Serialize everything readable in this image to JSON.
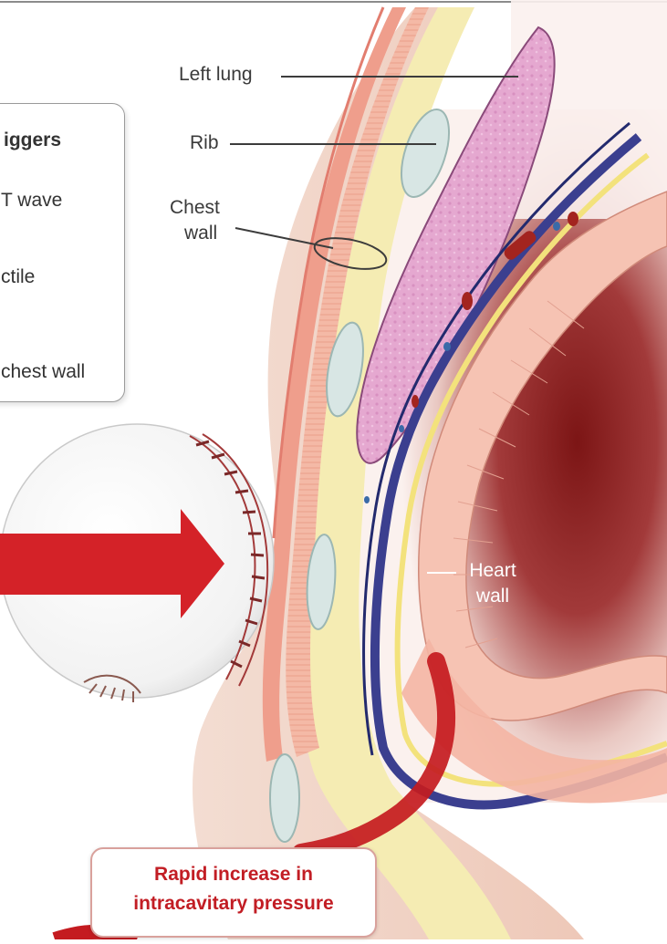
{
  "labels": {
    "left_lung": "Left lung",
    "rib": "Rib",
    "chest_wall_line1": "Chest",
    "chest_wall_line2": "wall",
    "heart_wall_line1": "Heart",
    "heart_wall_line2": "wall"
  },
  "info_box": {
    "title": "iggers",
    "line1": "T wave",
    "line2": "ctile",
    "line3": "chest wall"
  },
  "callout": {
    "line1": "Rapid increase in",
    "line2": "intracavitary pressure"
  },
  "colors": {
    "arrow_red": "#d42228",
    "callout_text": "#c21d24",
    "heart_cavity": "#8a1d1d",
    "lung_pink": "#e8b0d4",
    "rib_bone": "#d8e6e4"
  },
  "icons": [
    "baseball-icon",
    "impact-arrow-icon"
  ]
}
